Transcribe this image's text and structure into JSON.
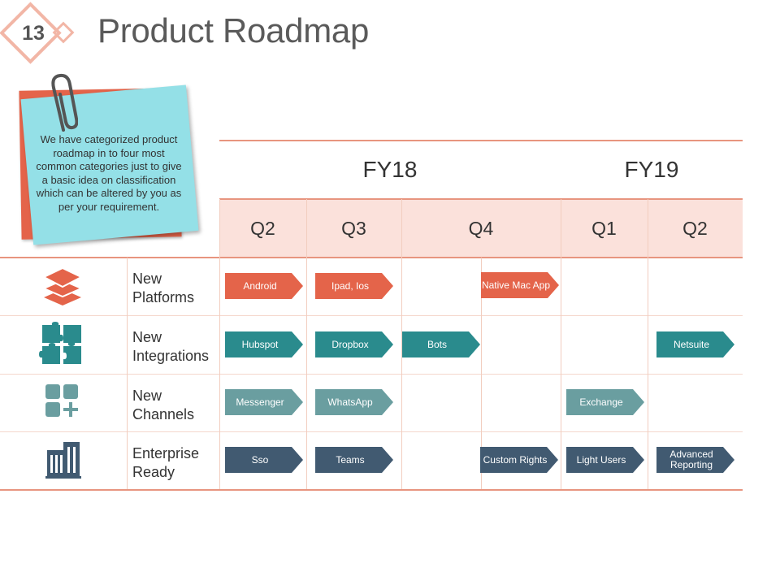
{
  "slide": {
    "number": "13",
    "title": "Product Roadmap"
  },
  "note": {
    "text": "We have categorized product roadmap in to four most common categories just to give a basic idea on classification which can be altered by you as per your requirement."
  },
  "colors": {
    "accent": "#e4644a",
    "teal": "#2a8b8d",
    "gray_teal": "#6a9ea0",
    "navy": "#415a71",
    "note": "#94e0e7",
    "header_band": "#fbe1db"
  },
  "roadmap": {
    "fiscal_years": [
      "FY18",
      "FY19"
    ],
    "quarters": [
      "Q2",
      "Q3",
      "Q4",
      "Q1",
      "Q2"
    ],
    "categories": [
      {
        "label": "New\nPlatforms",
        "icon": "layers-icon"
      },
      {
        "label": "New\nIntegrations",
        "icon": "puzzle-icon"
      },
      {
        "label": "New\nChannels",
        "icon": "apps-add-icon"
      },
      {
        "label": "Enterprise\nReady",
        "icon": "building-icon"
      }
    ],
    "items": [
      [
        "Android",
        "Ipad, Ios",
        "Native Mac App"
      ],
      [
        "Hubspot",
        "Dropbox",
        "Bots",
        "Netsuite"
      ],
      [
        "Messenger",
        "WhatsApp",
        "Exchange"
      ],
      [
        "Sso",
        "Teams",
        "Custom Rights",
        "Light Users",
        "Advanced Reporting"
      ]
    ]
  }
}
